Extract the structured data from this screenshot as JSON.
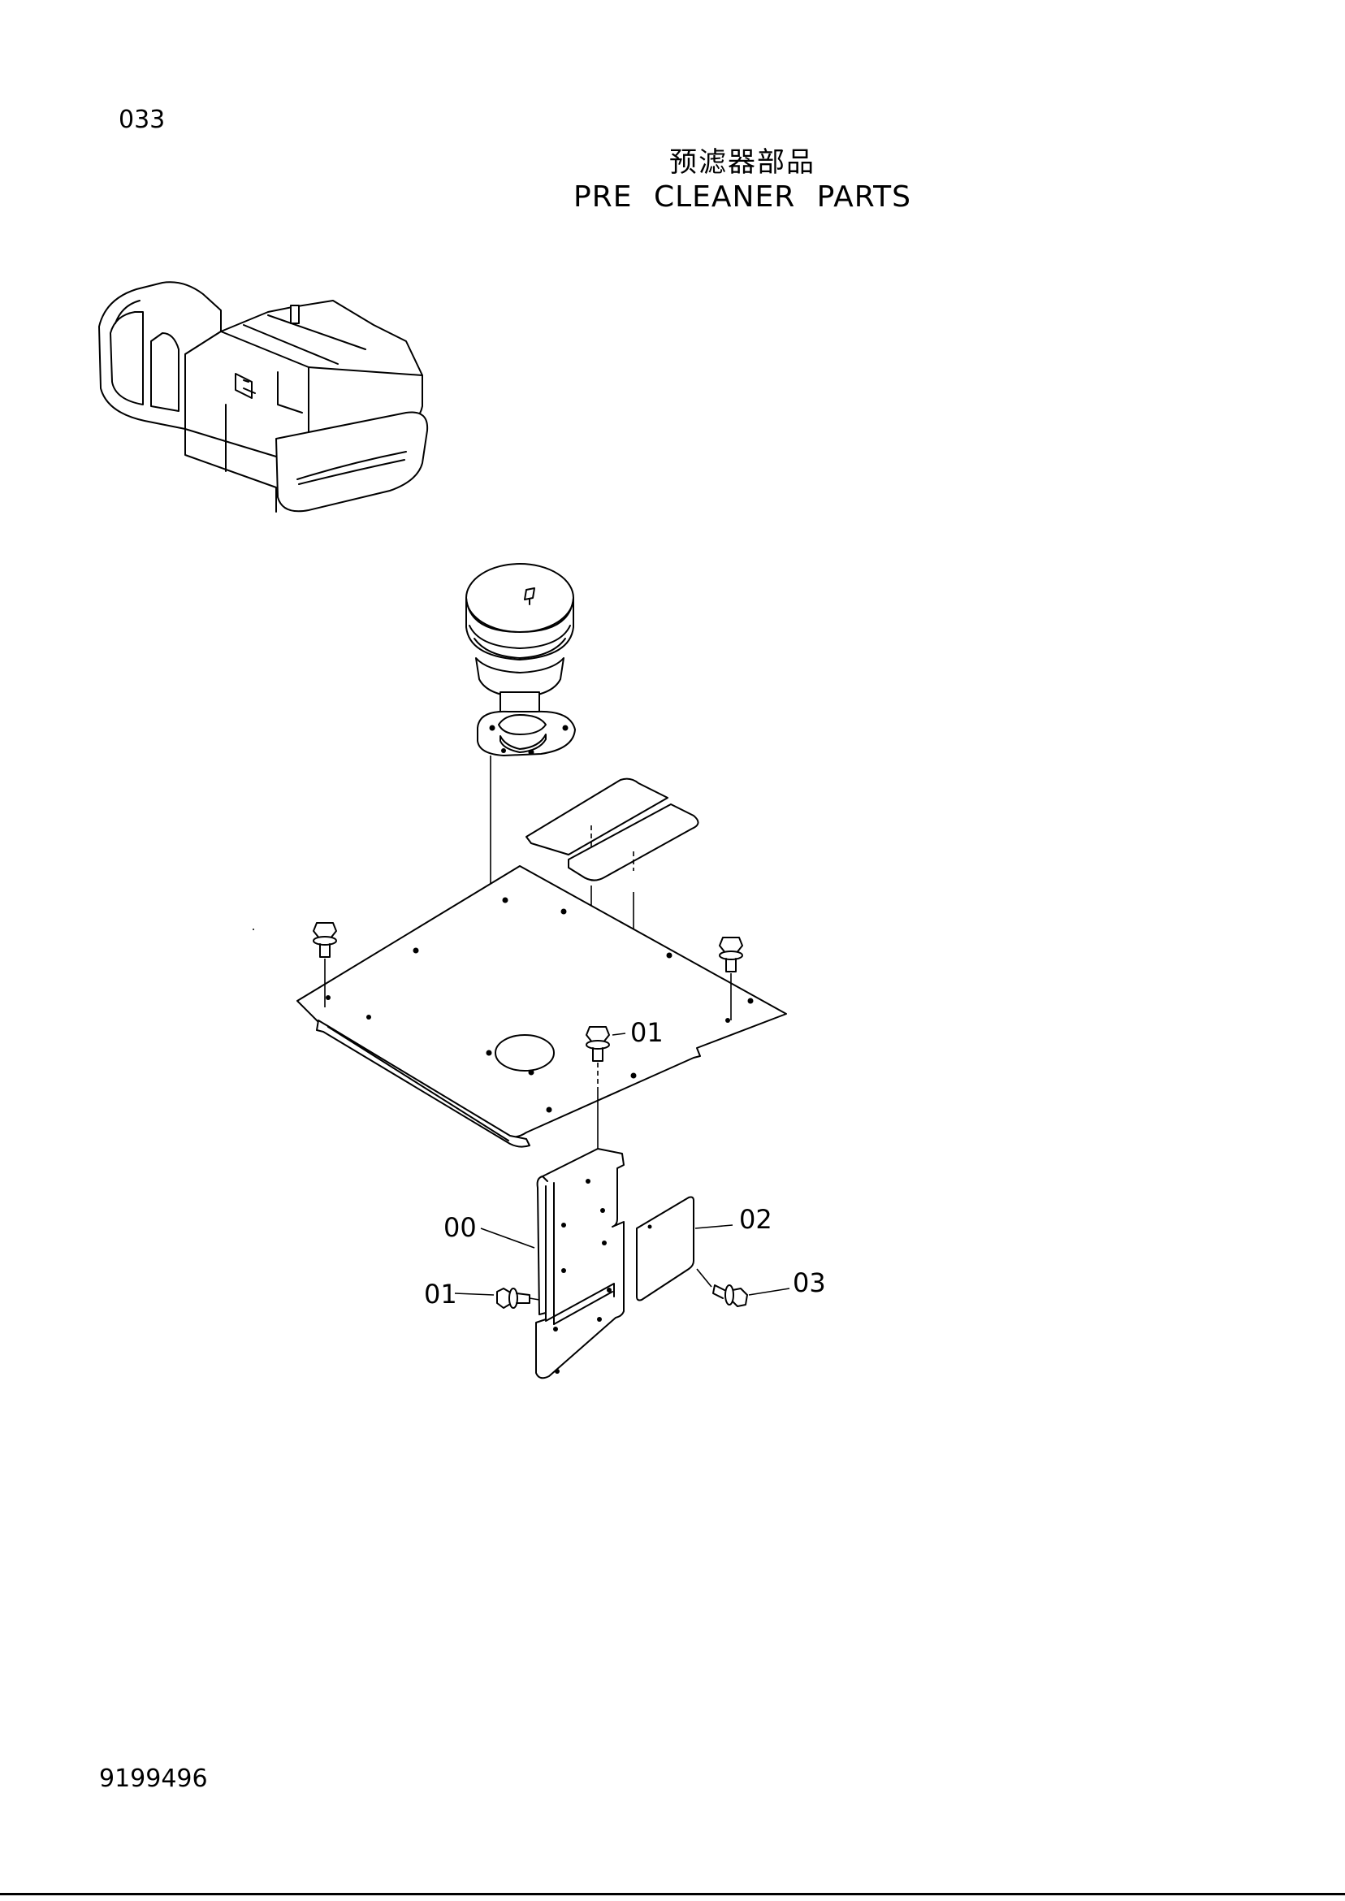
{
  "header": {
    "page_number": "033",
    "title_cn": "预滤器部品",
    "title_en": "PRE CLEANER PARTS"
  },
  "callouts": {
    "c01_top": "01",
    "c00": "00",
    "c01_bottom": "01",
    "c02": "02",
    "c03": "03"
  },
  "footer": {
    "doc_number": "9199496"
  }
}
